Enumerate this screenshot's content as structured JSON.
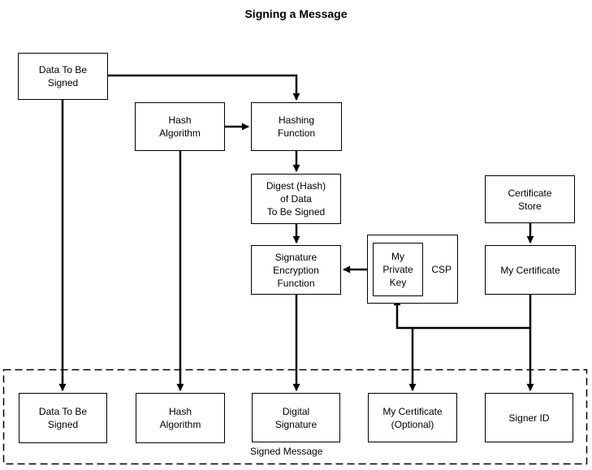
{
  "title": "Signing a Message",
  "boxes": {
    "data_to_be_signed_source": "Data To Be\nSigned",
    "hash_algorithm_source": "Hash\nAlgorithm",
    "hashing_function": "Hashing\nFunction",
    "digest": "Digest (Hash)\nof Data\nTo Be Signed",
    "signature_encryption_function": "Signature\nEncryption\nFunction",
    "my_private_key": "My\nPrivate\nKey",
    "csp": "CSP",
    "certificate_store": "Certificate\nStore",
    "my_certificate": "My Certificate",
    "signed_data_to_be_signed": "Data To Be\nSigned",
    "signed_hash_algorithm": "Hash\nAlgorithm",
    "digital_signature": "Digital\nSignature",
    "my_certificate_optional": "My Certificate\n(Optional)",
    "signer_id": "Signer ID"
  },
  "signed_message_label": "Signed Message",
  "colors": {
    "line": "#000000",
    "border": "#000000",
    "text": "#000000",
    "background": "#ffffff"
  }
}
